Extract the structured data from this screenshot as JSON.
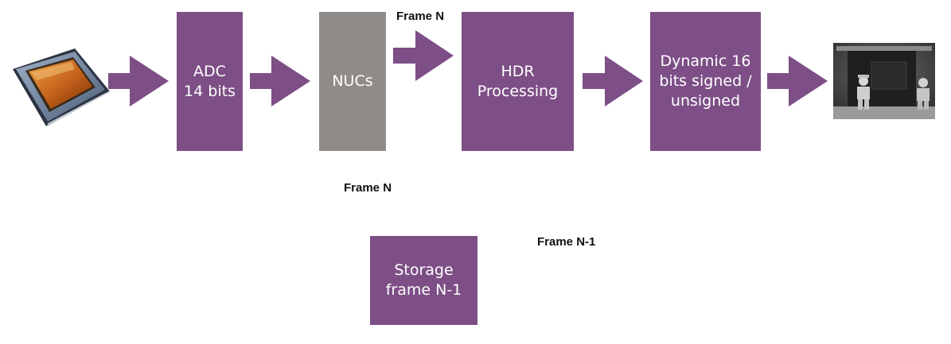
{
  "colors": {
    "block": "#7d4f86",
    "nuc_block": "#8f8b89",
    "arrow": "#7d4f86",
    "label_text": "#111111",
    "block_text": "#ffffff"
  },
  "icons": {
    "sensor": "sensor-chip-icon",
    "output": "output-image-thumbnail"
  },
  "blocks": {
    "adc": "ADC\n14 bits",
    "nucs": "NUCs",
    "hdr": "HDR\nProcessing",
    "dynamic": "Dynamic 16\nbits signed /\nunsigned",
    "storage": "Storage\nframe N-1"
  },
  "labels": {
    "frame_n_top": "Frame N",
    "frame_n_down": "Frame N",
    "frame_n_minus_1": "Frame N-1"
  }
}
